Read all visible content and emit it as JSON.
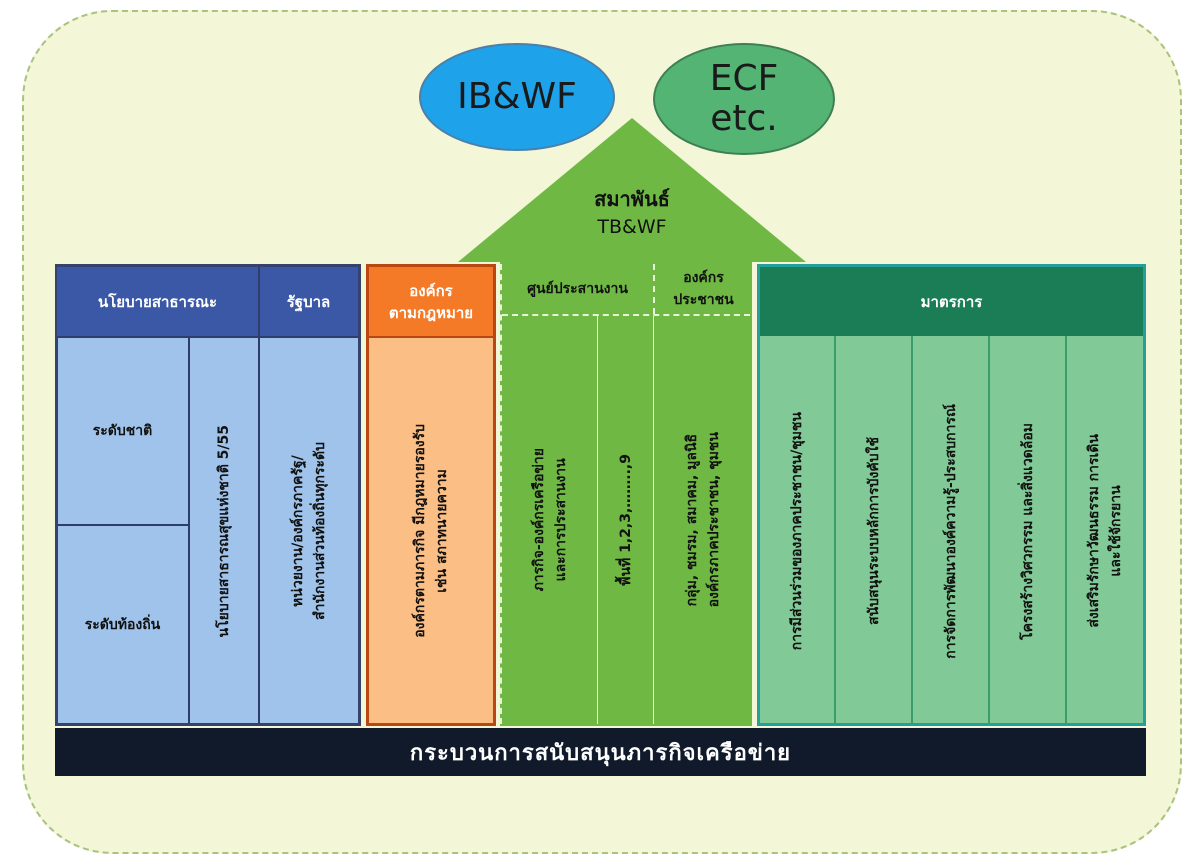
{
  "top": {
    "oval_left": "IB&WF",
    "oval_right_line1": "ECF",
    "oval_right_line2": "etc.",
    "roof_line1": "สมาพันธ์",
    "roof_line2": "TB&WF"
  },
  "blue": {
    "header_left": "นโยบายสาธารณะ",
    "header_right": "รัฐบาล",
    "level_national": "ระดับชาติ",
    "level_local": "ระดับท้องถิ่น",
    "policy_text": "นโยบายสาธารณสุขแห่งชาติ 5/55",
    "gov_line1": "หน่วยงาน/องค์กรภาครัฐ/",
    "gov_line2": "สำนักงานส่วนท้องถิ่นทุกระดับ"
  },
  "orange": {
    "header_line1": "องค์กร",
    "header_line2": "ตามกฎหมาย",
    "body_line1": "องค์กรตามภารกิจ มีกฎหมายรองรับ",
    "body_line2": "เช่น สภาทนายความ"
  },
  "green": {
    "header_center": "ศูนย์ประสานงาน",
    "header_right_line1": "องค์กร",
    "header_right_line2": "ประชาชน",
    "col1_line1": "ภารกิจ-องค์กรเครือข่าย",
    "col1_line2": "และการประสานงาน",
    "col2": "พื้นที่ 1,2,3,……..,9",
    "col3_line1": "กลุ่ม, ชมรม, สมาคม, มูลนิธิ",
    "col3_line2": "องค์กรภาคประชาชน, ชุมชน"
  },
  "teal": {
    "header": "มาตรการ",
    "items": [
      {
        "line1": "การมีส่วนร่วมของภาคประชาชน/ชุมชน",
        "line2": ""
      },
      {
        "line1": "สนับสนุนระบบหลักการบังคับใช้",
        "line2": ""
      },
      {
        "line1": "การจัดการพัฒนาองค์ความรู้-ประสบการณ์",
        "line2": ""
      },
      {
        "line1": "โครงสร้างวิศวกรรม และสิ่งแวดล้อม",
        "line2": ""
      },
      {
        "line1": "ส่งเสริมรักษาวัฒนธรรม การเดิน",
        "line2": "และใช้จักรยาน"
      }
    ]
  },
  "footer": "กระบวนการสนับสนุนภารกิจเครือข่าย",
  "colors": {
    "board": "#f3f7d8",
    "blue": "#3b58a6",
    "orange": "#f47a27",
    "green": "#6fb844",
    "teal": "#1b7d56",
    "footer": "#101a2b"
  }
}
